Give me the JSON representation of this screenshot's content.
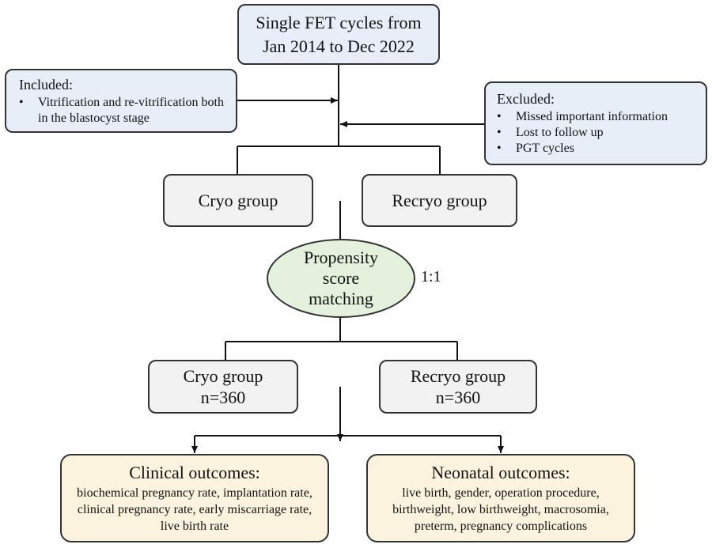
{
  "start_box": {
    "line1": "Single FET cycles from",
    "line2": "Jan 2014 to Dec 2022"
  },
  "included": {
    "header": "Included:",
    "items": [
      "Vitrification  and re-vitrification both in the blastocyst stage"
    ]
  },
  "excluded": {
    "header": "Excluded:",
    "items": [
      "Missed important information",
      "Lost to follow up",
      "PGT cycles"
    ]
  },
  "groups_before": {
    "cryo": "Cryo group",
    "recryo": "Recryo group"
  },
  "psm": {
    "line1": "Propensity",
    "line2": "score",
    "line3": "matching",
    "ratio": "1:1"
  },
  "groups_after": {
    "cryo": {
      "label": "Cryo group",
      "n": "n=360"
    },
    "recryo": {
      "label": "Recryo group",
      "n": "n=360"
    }
  },
  "clinical": {
    "title": "Clinical outcomes:",
    "body": "biochemical pregnancy rate, implantation rate, clinical pregnancy rate, early miscarriage rate, live birth rate"
  },
  "neonatal": {
    "title": "Neonatal outcomes:",
    "body": "live birth, gender, operation procedure, birthweight, low birthweight, macrosomia, preterm, pregnancy complications"
  }
}
